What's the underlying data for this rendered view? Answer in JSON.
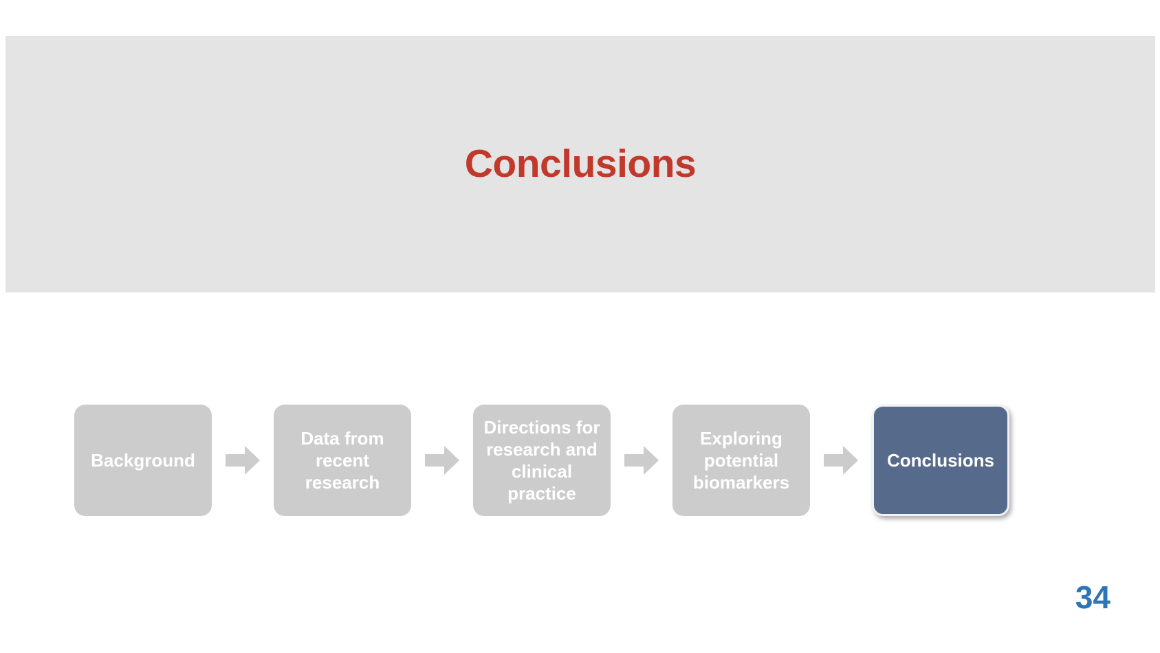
{
  "slide": {
    "title": "Conclusions",
    "title_color": "#c0392b",
    "band_color": "#e4e4e4",
    "background_color": "#ffffff",
    "page_number": "34",
    "page_number_color": "#2e75b6"
  },
  "flow": {
    "step_color": "#cccccc",
    "highlight_color": "#566b8c",
    "arrow_color": "#cccccc",
    "arrow_icon": "block-arrow-right-icon",
    "steps": [
      {
        "label": "Background",
        "active": false
      },
      {
        "label": "Data from\nrecent\nresearch",
        "active": false
      },
      {
        "label": "Directions for\nresearch and\nclinical\npractice",
        "active": false
      },
      {
        "label": "Exploring\npotential\nbiomarkers",
        "active": false
      },
      {
        "label": "Conclusions",
        "active": true
      }
    ]
  }
}
